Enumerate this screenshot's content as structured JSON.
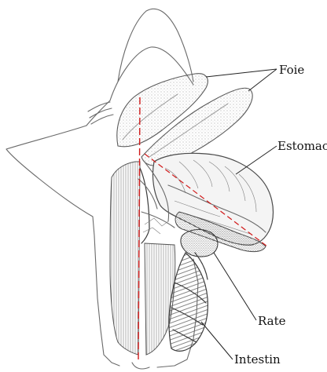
{
  "labels": {
    "liver": "Foie",
    "stomach": "Estomac",
    "spleen": "Rate",
    "intestine": "Intestin"
  },
  "colors": {
    "axis_line": "#d11a1a",
    "outline": "#6a6a6a",
    "shading": "#8c8c8c",
    "text": "#111111"
  }
}
